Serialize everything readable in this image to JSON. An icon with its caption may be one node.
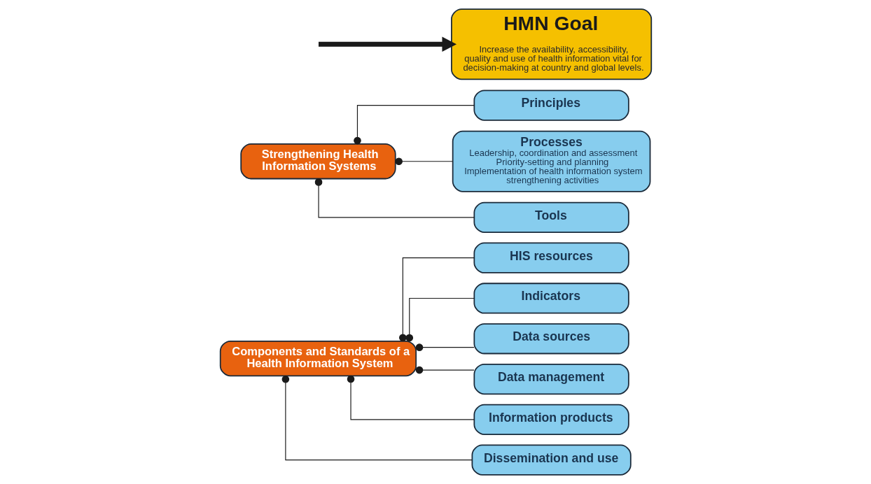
{
  "diagram": {
    "nodes": [
      {
        "text": [
          "Components and Standards of a Health Information System"
        ]
      },
      {
        "text": [
          "HIS resources"
        ]
      },
      {
        "text": [
          "Indicators"
        ]
      },
      {
        "text": [
          "Data sources"
        ]
      },
      {
        "text": [
          "Data management"
        ]
      },
      {
        "text": [
          "Information products"
        ]
      },
      {
        "text": [
          "Dissemination and use"
        ]
      },
      {
        "text": [
          "Strengthening Health Information Systems"
        ]
      },
      {
        "text": [
          "Principles"
        ]
      },
      {
        "text": [
          "Processes",
          "Leadership, coordination and assessment",
          "Priority-setting and planning",
          "Implementation of health information system strengthening activities"
        ]
      },
      {
        "text": [
          "Tools"
        ]
      },
      {
        "text": [
          "HMN Goal",
          "Increase the availability, accessibility, quality and use of health information vital for decision-making at country and global levels."
        ]
      }
    ],
    "edges": [
      {
        "from": 0,
        "to": 1,
        "arrow": "other"
      },
      {
        "from": 0,
        "to": 2,
        "arrow": "other"
      },
      {
        "from": 0,
        "to": 3,
        "arrow": "other"
      },
      {
        "from": 0,
        "to": 4,
        "arrow": "other"
      },
      {
        "from": 0,
        "to": 5,
        "arrow": "other"
      },
      {
        "from": 0,
        "to": 6,
        "arrow": "other"
      },
      {
        "from": 7,
        "to": 8,
        "arrow": "other"
      },
      {
        "from": 7,
        "to": 9,
        "arrow": "other"
      },
      {
        "from": 7,
        "to": 10,
        "arrow": "other"
      },
      {
        "from": null,
        "to": 11,
        "arrow": "to",
        "style": "thick"
      }
    ]
  }
}
